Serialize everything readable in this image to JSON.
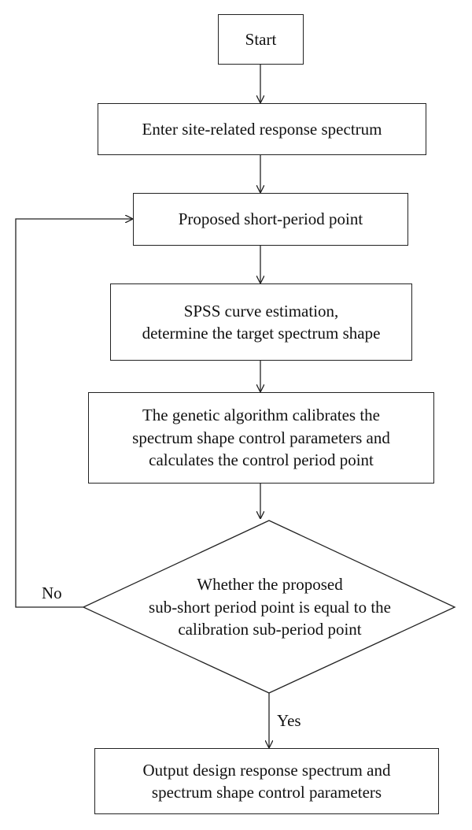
{
  "flowchart": {
    "nodes": {
      "start": "Start",
      "enter_spectrum": "Enter site-related response spectrum",
      "proposed_point": "Proposed short-period point",
      "curve_estimation": "SPSS curve estimation,\ndetermine the target spectrum shape",
      "genetic_algorithm": "The genetic algorithm calibrates the\nspectrum shape control parameters and\ncalculates the control period point",
      "decision": "Whether the proposed\nsub-short period point is equal to the\ncalibration sub-period point",
      "output": "Output design response spectrum and\nspectrum shape control parameters"
    },
    "edges": {
      "no_label": "No",
      "yes_label": "Yes"
    }
  }
}
